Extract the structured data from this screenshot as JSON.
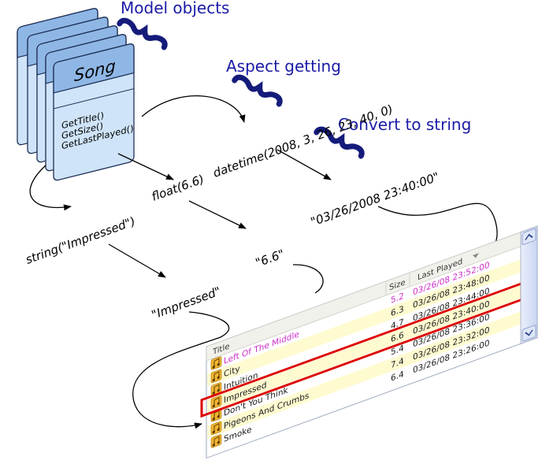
{
  "labels": {
    "model_objects": "Model objects",
    "aspect_getting": "Aspect getting",
    "convert_to_string": "Convert to string"
  },
  "card": {
    "title": "Song",
    "methods": [
      "GetTitle()",
      "GetSize()",
      "GetLastPlayed()"
    ]
  },
  "aspects": {
    "title_aspect": "string(\"Impressed\")",
    "size_aspect": "float(6.6)",
    "date_aspect": "datetime(2008, 3, 26, 23, 40, 0)"
  },
  "strings": {
    "title_string": "\"Impressed\"",
    "size_string": "\"6.6\"",
    "date_string": "\"03/26/2008 23:40:00\""
  },
  "list": {
    "columns": {
      "title": "Title",
      "size": "Size",
      "last_played": "Last Played"
    },
    "titles": [
      "Left Of The Middle",
      "City",
      "Intuition",
      "Impressed",
      "Don't You Think",
      "Pigeons And Crumbs",
      "Smoke"
    ],
    "sizes": [
      "5.2",
      "6.3",
      "4.7",
      "6.6",
      "5.4",
      "7.4",
      "6.4"
    ],
    "dates": [
      "03/26/08 23:52:00",
      "03/26/08 23:48:00",
      "03/26/08 23:44:00",
      "03/26/08 23:40:00",
      "03/26/08 23:36:00",
      "03/26/08 23:32:00",
      "03/26/08 23:26:00"
    ],
    "highlight_color": "#cc2dc8",
    "row_alt_color": "#fffbd0",
    "selection_box_color": "#dd0000"
  },
  "colors": {
    "heading": "#1a1aa6",
    "card_fill": "#cfe4f8",
    "card_header": "#8fb7e6"
  }
}
